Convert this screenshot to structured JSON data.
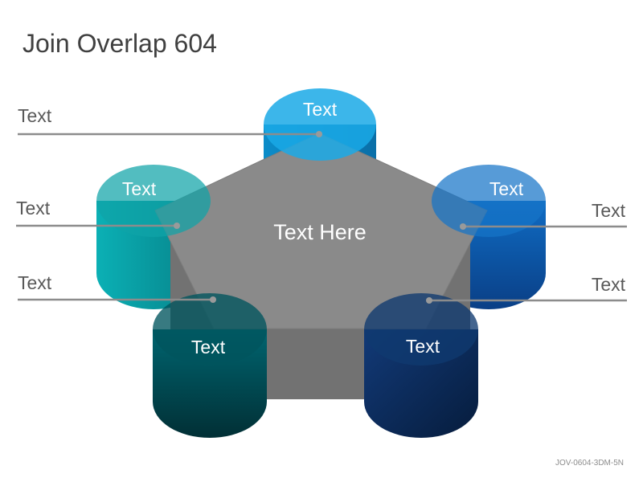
{
  "title": "Join Overlap 604",
  "footer_code": "JOV-0604-3DM-5N",
  "center_label": "Text Here",
  "cylinders": [
    {
      "label": "Text",
      "color": "#1aa9e6"
    },
    {
      "label": "Text",
      "color": "#0d73c2"
    },
    {
      "label": "Text",
      "color": "#0d3a6e"
    },
    {
      "label": "Text",
      "color": "#00555e"
    },
    {
      "label": "Text",
      "color": "#079ea3"
    }
  ],
  "side_labels": {
    "left_top": "Text",
    "left_middle": "Text",
    "left_bottom": "Text",
    "right_top": "Text",
    "right_bottom": "Text"
  },
  "colors": {
    "pentagon_top": "#8a8a8a",
    "pentagon_side": "#707070",
    "leader_line": "#8c8c8c",
    "title_text": "#404040"
  }
}
